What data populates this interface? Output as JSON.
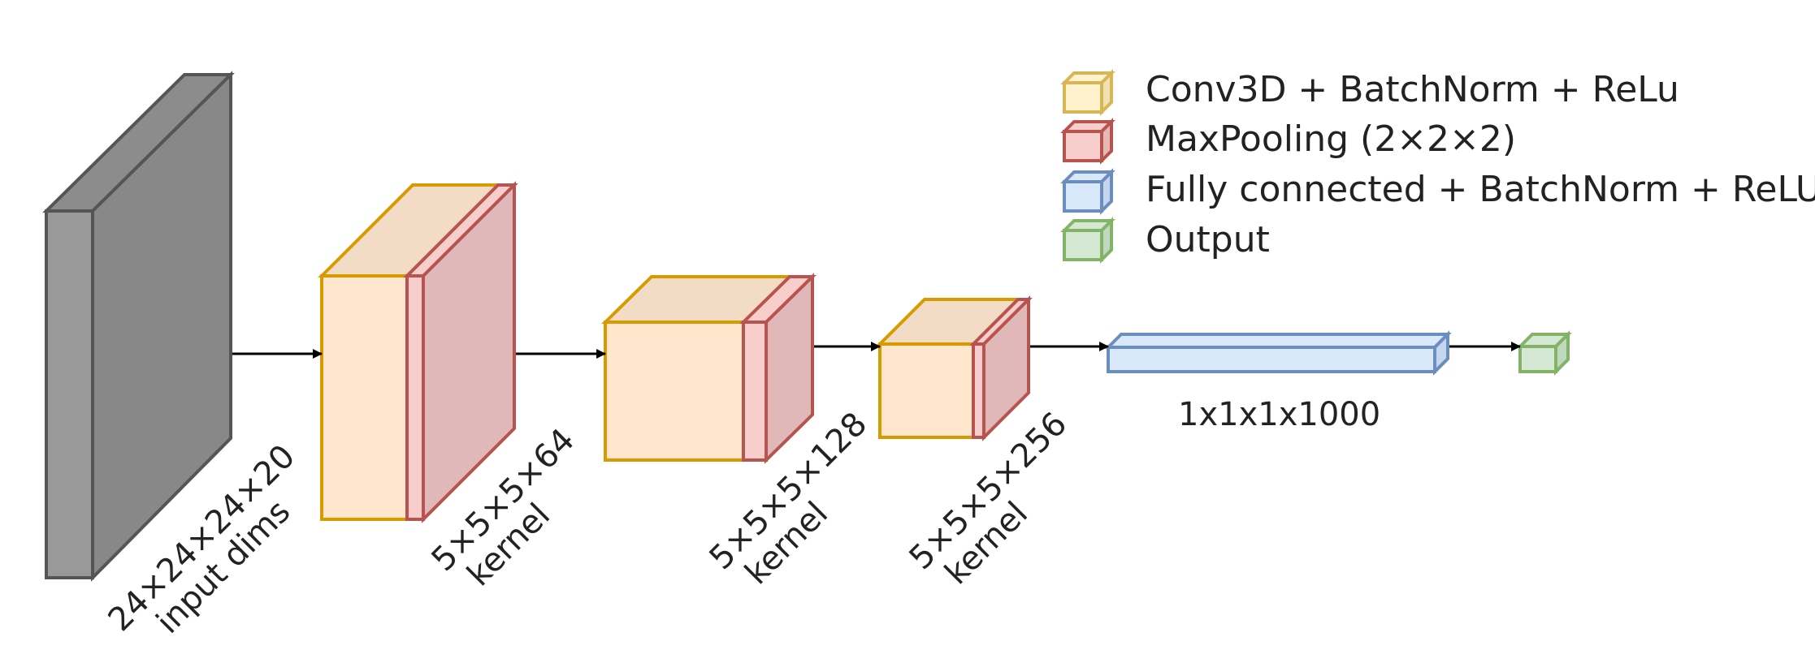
{
  "colors": {
    "input_fill_front": "#999999",
    "input_fill_top": "#888888",
    "input_fill_side": "#888888",
    "input_stroke": "#555555",
    "conv_fill": "#ffe6cc",
    "conv_top": "#f2dcc6",
    "conv_stroke": "#d79b00",
    "pool_fill": "#f8cecc",
    "pool_side": "#e0b8b8",
    "pool_stroke": "#b85450",
    "fc_fill": "#dae8fc",
    "fc_stroke": "#6c8ebf",
    "out_fill": "#d5e8d4",
    "out_stroke": "#82b366",
    "arrow": "#000000"
  },
  "legend": [
    {
      "label": "Conv3D + BatchNorm + ReLu",
      "icon": "conv-cube-icon"
    },
    {
      "label": "MaxPooling (2×2×2)",
      "icon": "pool-cube-icon"
    },
    {
      "label": "Fully connected + BatchNorm + ReLU",
      "icon": "fc-cube-icon"
    },
    {
      "label": "Output",
      "icon": "output-cube-icon"
    }
  ],
  "blocks": {
    "input": {
      "line1": "24×24×24×20",
      "line2": "input dims"
    },
    "conv1": {
      "line1": "5×5×5×64",
      "line2": "kernel"
    },
    "conv2": {
      "line1": "5×5×5×128",
      "line2": "kernel"
    },
    "conv3": {
      "line1": "5×5×5×256",
      "line2": "kernel"
    },
    "fc": {
      "label": "1x1x1x1000"
    }
  }
}
